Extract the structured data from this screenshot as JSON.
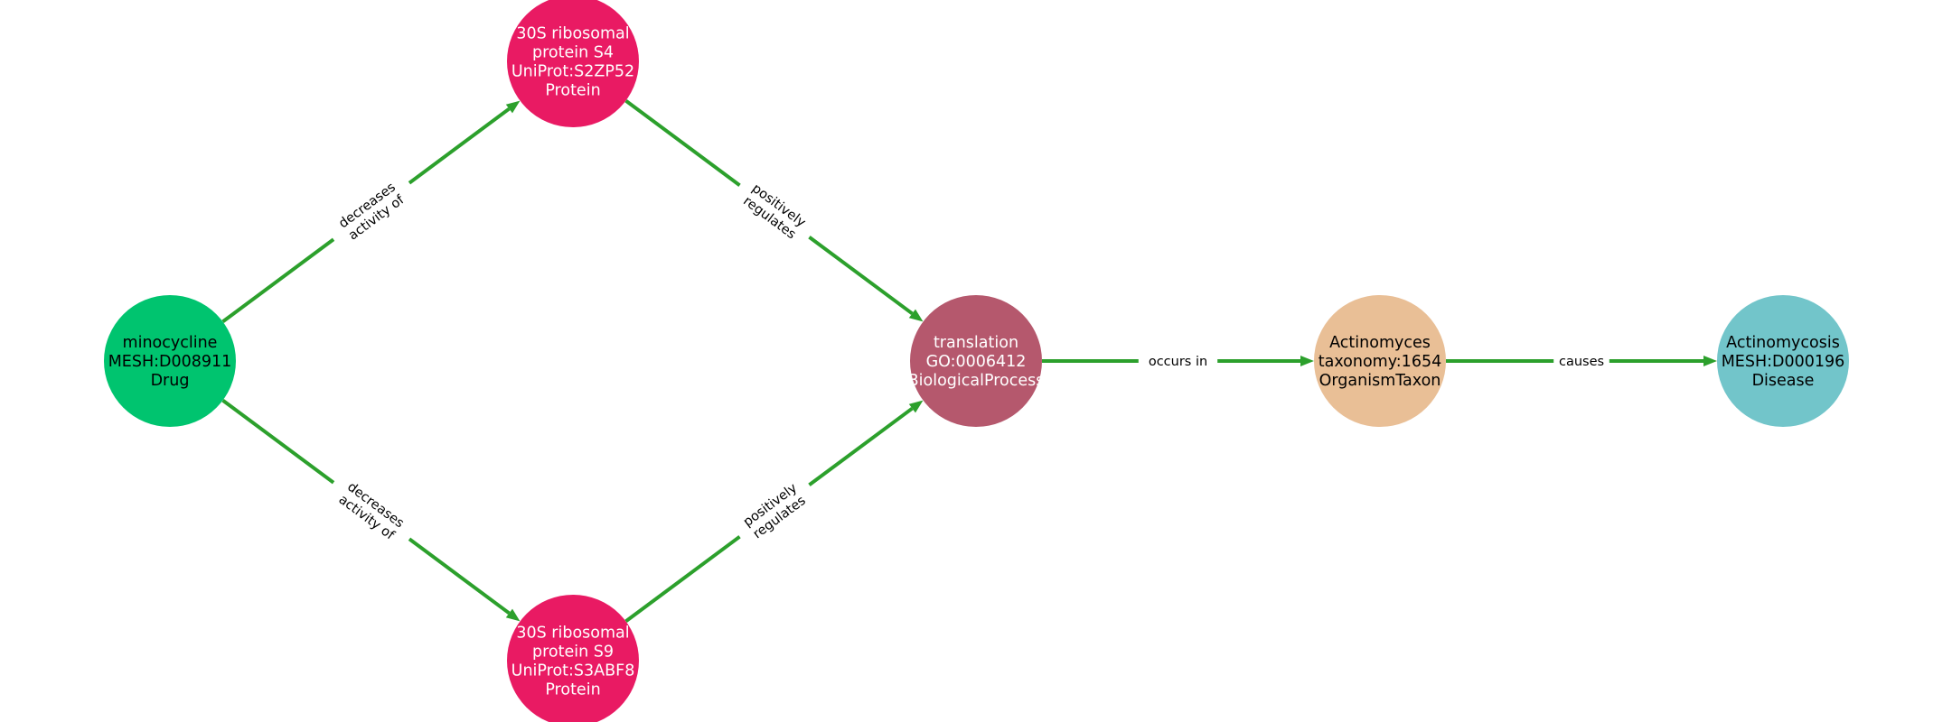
{
  "colors": {
    "edge": "#2ca02c",
    "drug": "#00c46f",
    "protein": "#e91a63",
    "process": "#b5586d",
    "taxon": "#e9bf96",
    "disease": "#72c5ca"
  },
  "nodes": [
    {
      "id": "minocycline",
      "lines": [
        "minocycline",
        "MESH:D008911",
        "Drug"
      ],
      "color": "#00c46f",
      "text_color": "#000000"
    },
    {
      "id": "s4",
      "lines": [
        "30S ribosomal",
        "protein S4",
        "UniProt:S2ZP52",
        "Protein"
      ],
      "color": "#e91a63",
      "text_color": "#ffffff"
    },
    {
      "id": "s9",
      "lines": [
        "30S ribosomal",
        "protein S9",
        "UniProt:S3ABF8",
        "Protein"
      ],
      "color": "#e91a63",
      "text_color": "#ffffff"
    },
    {
      "id": "translation",
      "lines": [
        "translation",
        "GO:0006412",
        "BiologicalProcess"
      ],
      "color": "#b5586d",
      "text_color": "#ffffff"
    },
    {
      "id": "actinomyces",
      "lines": [
        "Actinomyces",
        "taxonomy:1654",
        "OrganismTaxon"
      ],
      "color": "#e9bf96",
      "text_color": "#000000"
    },
    {
      "id": "actinomycosis",
      "lines": [
        "Actinomycosis",
        "MESH:D000196",
        "Disease"
      ],
      "color": "#72c5ca",
      "text_color": "#000000"
    }
  ],
  "edges": [
    {
      "source": "minocycline",
      "target": "s4",
      "label": [
        "decreases",
        "activity of"
      ]
    },
    {
      "source": "minocycline",
      "target": "s9",
      "label": [
        "decreases",
        "activity of"
      ]
    },
    {
      "source": "s4",
      "target": "translation",
      "label": [
        "positively",
        "regulates"
      ]
    },
    {
      "source": "s9",
      "target": "translation",
      "label": [
        "positively",
        "regulates"
      ]
    },
    {
      "source": "translation",
      "target": "actinomyces",
      "label": [
        "occurs in"
      ]
    },
    {
      "source": "actinomyces",
      "target": "actinomycosis",
      "label": [
        "causes"
      ]
    }
  ]
}
